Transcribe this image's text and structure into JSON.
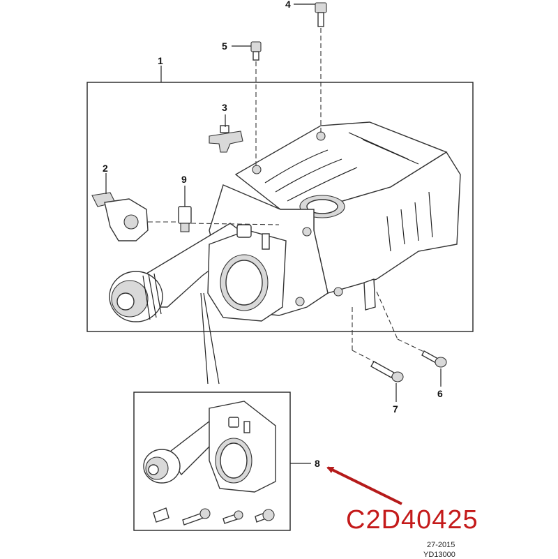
{
  "callouts": {
    "c1": "1",
    "c2": "2",
    "c3": "3",
    "c4": "4",
    "c5": "5",
    "c6": "6",
    "c7": "7",
    "c8": "8",
    "c9": "9"
  },
  "highlight": {
    "code": "C2D40425",
    "color": "#c41a1a"
  },
  "footer": {
    "date": "27-2015",
    "reference": "YD13000"
  }
}
